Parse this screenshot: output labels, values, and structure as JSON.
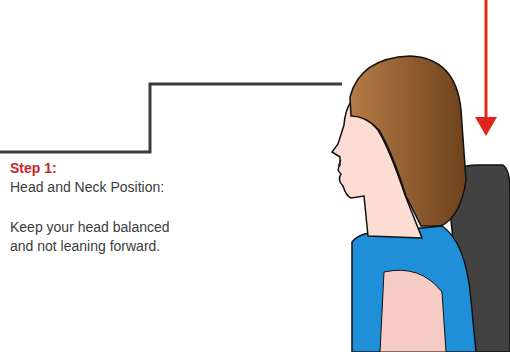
{
  "diagram": {
    "labels": [
      "Step 1:",
      "Head and Neck Position:",
      "Keep your head balanced and not leaning forward."
    ]
  }
}
